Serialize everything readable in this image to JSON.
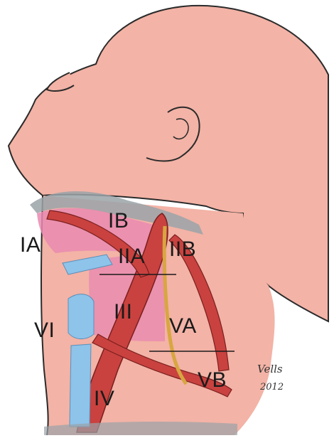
{
  "colors": {
    "skin": "#f3b3a6",
    "outline": "#2b2b2b",
    "level_zone": "#e98ab0",
    "muscle": "#c9423f",
    "vessel": "#b83a3a",
    "hyoid_cartilage": "#8ec3ea",
    "nerve": "#d8a640",
    "shadow": "#9aa3a8"
  },
  "levels": {
    "ia": "IA",
    "ib": "IB",
    "iia": "IIA",
    "iib": "IIB",
    "iii": "III",
    "iv": "IV",
    "va": "VA",
    "vb": "VB",
    "vi": "VI"
  },
  "signature": {
    "name": "Vells",
    "year": "2012"
  }
}
